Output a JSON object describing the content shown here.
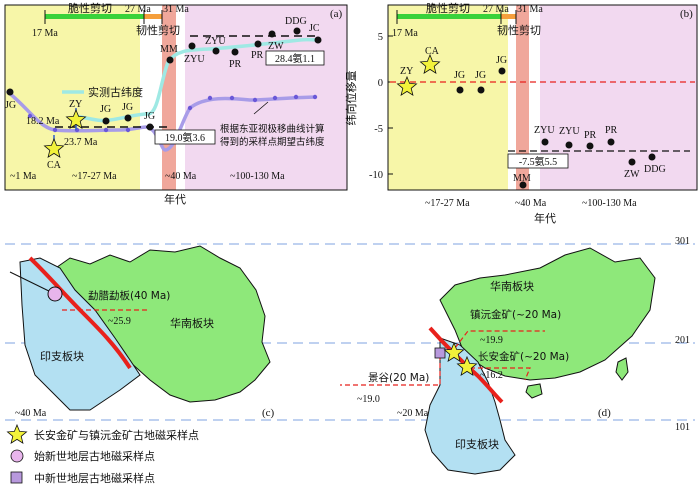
{
  "panel_a": {
    "label": "(a)",
    "phase_brittle": "脆性剪切",
    "phase_ductile": "韧性剪切",
    "age_17": "17 Ma",
    "age_27": "27 Ma",
    "age_31": "31 Ma",
    "age_axis_label": "年代",
    "age_bins": [
      "~1 Ma",
      "~17-27 Ma",
      "~40 Ma",
      "~100-130 Ma"
    ],
    "measured_legend": "实测古纬度",
    "expected_note_line1": "根据东亚视极移曲线计算",
    "expected_note_line2": "得到的采样点期望古纬度",
    "value_18_2": "18.2 Ma",
    "value_23_7": "23.7 Ma",
    "box_19": "19.0氨3.6",
    "box_28": "28.4氨1.1",
    "sites": {
      "jg1": "JG",
      "zy": "ZY",
      "ca": "CA",
      "jg2": "JG",
      "jg3": "JG",
      "jg4": "JG",
      "mm": "MM",
      "zyu1": "ZYU",
      "zyu2": "ZYU",
      "pr1": "PR",
      "pr2": "PR",
      "zw": "ZW",
      "ddg": "DDG",
      "jc": "JC"
    }
  },
  "panel_b": {
    "label": "(b)",
    "phase_brittle": "脆性剪切",
    "phase_ductile": "韧性剪切",
    "age_17": "17 Ma",
    "age_27": "27 Ma",
    "age_31": "31 Ma",
    "y_axis_label": "纬向位移量",
    "y_ticks": [
      "5",
      "0",
      "-5",
      "-10"
    ],
    "age_axis_label": "年代",
    "age_bins": [
      "~17-27 Ma",
      "~40 Ma",
      "~100-130 Ma"
    ],
    "box_75": "-7.5氨5.5",
    "sites": {
      "zy": "ZY",
      "ca": "CA",
      "jg1": "JG",
      "jg2": "JG",
      "jg3": "JG",
      "zyu1": "ZYU",
      "zyu2": "ZYU",
      "pr1": "PR",
      "pr2": "PR",
      "zw": "ZW",
      "ddg": "DDG",
      "mm": "MM"
    }
  },
  "panel_b_data": {
    "points": [
      {
        "label": "ZY",
        "value": -0.5
      },
      {
        "label": "CA",
        "value": 1.8
      },
      {
        "label": "JG",
        "value": -1.2
      },
      {
        "label": "JG",
        "value": -1.2
      },
      {
        "label": "JG",
        "value": 1.2
      },
      {
        "label": "MM",
        "value": -11.0
      },
      {
        "label": "ZYU",
        "value": -6.5
      },
      {
        "label": "ZYU",
        "value": -6.8
      },
      {
        "label": "PR",
        "value": -7.0
      },
      {
        "label": "PR",
        "value": -6.5
      },
      {
        "label": "ZW",
        "value": -8.7
      },
      {
        "label": "DDG",
        "value": -8.2
      }
    ]
  },
  "maps": {
    "lat_301": "301",
    "lat_201": "201",
    "lat_101": "101",
    "panel_c_label": "(c)",
    "panel_d_label": "(d)",
    "c_age": "~40 Ma",
    "d_age": "~20 Ma",
    "south_china_block": "华南板块",
    "indochina_block": "印支板块",
    "c_site": "勐腊勐板(40 Ma)",
    "c_value": "~25.9",
    "d_site_zhenyuan": "镇沅金矿(~20 Ma)",
    "d_site_zhenyuan_value": "~19.9",
    "d_site_changan": "长安金矿(~20 Ma)",
    "d_site_changan_value": "~16.2",
    "d_site_jinggu": "景谷(20 Ma)",
    "d_site_jinggu_value": "~19.0"
  },
  "legend": {
    "star": "长安金矿与镇沅金矿古地磁采样点",
    "circle": "始新世地层古地磁采样点",
    "square": "中新世地层古地磁采样点"
  },
  "colors": {
    "yellow_band": "#f7f6a8",
    "pink_band": "#f2d9f0",
    "red_band": "#f0a79b",
    "green_bar": "#39d23a",
    "orange_bar": "#f59f3c",
    "land": "#8ee87a",
    "indochina_land": "#b3e0f2",
    "fault": "#e8211c",
    "star_fill": "#f2f23a"
  }
}
